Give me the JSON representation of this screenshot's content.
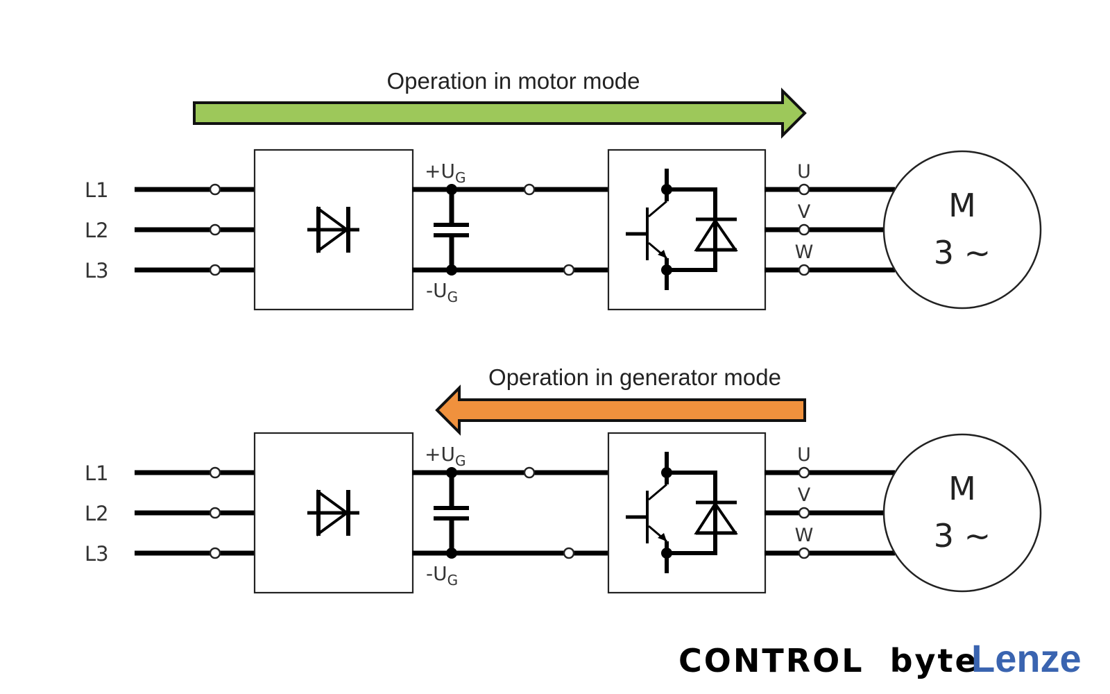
{
  "motor_mode": {
    "label": "Operation in motor mode",
    "arrow_direction": "right",
    "arrow_color": "#9dc85a"
  },
  "generator_mode": {
    "label": "Operation in generator mode",
    "arrow_direction": "left",
    "arrow_color": "#f0913d"
  },
  "circuit": {
    "input_lines": [
      "L1",
      "L2",
      "L3"
    ],
    "dc_bus_plus": "+U",
    "dc_bus_minus": "-U",
    "dc_bus_subscript": "G",
    "output_phases": [
      "U",
      "V",
      "W"
    ],
    "motor_symbol": "M",
    "motor_phases": "3 ~",
    "rectifier_symbol": "diode-icon",
    "inverter_symbol": "igbt-with-freewheel-diode-icon",
    "capacitor_symbol": "capacitor-icon"
  },
  "logos": {
    "controlbyte": "CONTROL byte",
    "controlbyte_part1": "CONTROL",
    "controlbyte_part2": "byte",
    "lenze": "Lenze",
    "lenze_color": "#3a64b0"
  }
}
